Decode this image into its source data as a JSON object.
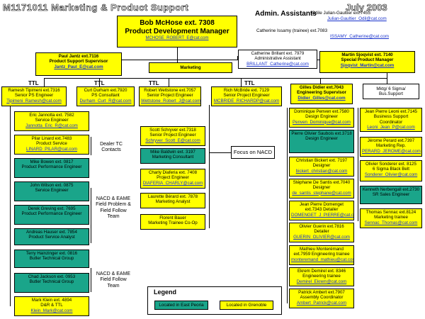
{
  "header": {
    "title": "M1171011 Marketing & Product Support",
    "date": "July 2003",
    "admin_label": "Admin. Assistants"
  },
  "admin": [
    {
      "text": "Odile Julian-Gaultier ext.7455",
      "email": "Julian-Gaultier_Odil@cat.com"
    },
    {
      "text": "Catherine Issamy (trainee) ext.7083",
      "email": "ISSAMY_Catherine@cat.com"
    }
  ],
  "top": {
    "line1": "Bob McHose ext. 7308",
    "line2": "Product Development Manager",
    "email": "MCHOSE_ROBERT_E@cat.com"
  },
  "brillant": {
    "line1": "Catherine Brillant ext. 7979",
    "line2": "Administrative Assistant",
    "email": "BRILLANT_Catherine@cat.com"
  },
  "jantz": {
    "line1": "Paul Jantz ext.7116",
    "line2": "Product Support Supervisor",
    "email": "Jantz_Paul_E@cat.com"
  },
  "marketing": {
    "label": "Marketing"
  },
  "sjoqvist": {
    "line1": "Martin Sjoqvist ext. 7140",
    "line2": "Special Product Manager",
    "email": "Sjoqvist_Martin@cat.com"
  },
  "ttl": [
    "TTL",
    "TTL",
    "TTL",
    "TTL"
  ],
  "row2": [
    {
      "line1": "Ramesh Tipimeni ext.7316",
      "line2": "Senior PS Engineer",
      "email": "Tipimeni_Ramesh@cat.com"
    },
    {
      "line1": "Curt Durham ext.7920",
      "line2": "PS Consultant",
      "email": "Durham_Curt_R@cat.com"
    },
    {
      "line1": "Robert Wettstone ext.7057",
      "line2": "Senior Project Engineer",
      "email": "Wettstone_Robert_J@cat.com"
    },
    {
      "line1": "Rich McBride ext. 7129",
      "line2": "Senior Project Engineer",
      "email": "MCBRIDE_RICHARDP@cat.com"
    },
    {
      "line1": "Gilles Didier ext.7043",
      "line2": "Engineering Supervisor",
      "email": "Didier_Gilles@cat.com"
    }
  ],
  "mktg_sigma": {
    "line1": "Mktg/ 6 Sigma/",
    "line2": "Bus.Support"
  },
  "left_col": [
    {
      "line1": "Eric Jannotta ext. 7582",
      "line2": "Service Engineer",
      "email": "Jannotta_Eric_R@cat.com"
    },
    {
      "line1": "Pilar Linard ext.7483",
      "line2": "Product Service",
      "email": "LINARD_PILAR@cat.com"
    },
    {
      "line1": "Mike Bowen ext. 0817",
      "line2": "Product Performance Engineer",
      "email": ""
    },
    {
      "line1": "John Wilson ext. 0875",
      "line2": "Service Engineer",
      "email": ""
    },
    {
      "line1": "Derek Greving ext. 7695",
      "line2": "Product Performance Engineer",
      "email": ""
    },
    {
      "line1": "Andreas Hauser ext. 7854",
      "line2": "Product Service Analyst",
      "email": ""
    },
    {
      "line1": "Terry Hainzinger ext. 0816",
      "line2": "Butler Technical Group",
      "email": ""
    },
    {
      "line1": "Chad Jackson ext. 0953",
      "line2": "Butler Technical Group",
      "email": ""
    },
    {
      "line1": "Mark Klein ext. 4894",
      "line2": "D&R & TTL",
      "email": "Klein_Mark@cat.com"
    }
  ],
  "labels": {
    "dealer": "Dealer TC Contacts",
    "eame1": "NACD & EAME Field Problem & Field Follow Team",
    "eame2": "NACD & EAME Field Follow Team",
    "focus": "Focus on NACD"
  },
  "mid_col": [
    {
      "line1": "Scott Schryver ext.7318",
      "line2": "Senior Project Engineer",
      "email": "Schryver_Scott_E@cat.com"
    },
    {
      "line1": "Mike Baldwin ext. 3197",
      "line2": "Marketing Consultant",
      "email": ""
    },
    {
      "line1": "Charly Diaferia ext. 7408",
      "line2": "Project Engineer",
      "email": "DIAFERIA_CHARLY@cat.com"
    },
    {
      "line1": "Laurette Bérard ext. 7878",
      "line2": "Marketing Analyst",
      "email": ""
    },
    {
      "line1": "Florent Bauer",
      "line2": "Marketing Trainee Co-Op",
      "email": ""
    }
  ],
  "right_col1": [
    {
      "line1": "Dominique Penven ext.7580",
      "line2": "Design Engineer",
      "email": "Penven_Dominique@cat.com"
    },
    {
      "line1": "Pierre Olivier Saubois ext.3718 Design Engineer",
      "line2": "",
      "email": ""
    },
    {
      "line1": "Christian Bickert ext. 7197",
      "line2": "Designer",
      "email": "bickert_christian@cat.com"
    },
    {
      "line1": "Stéphane De Santis ext.7040",
      "line2": "Designer",
      "email": "de_santis_stephane@cat.com"
    },
    {
      "line1": "Jean Pierre Domenget ext.7343 Detailer",
      "line2": "",
      "email": "DOMENGET_J_PIERRE@cat.com"
    },
    {
      "line1": "Olivier Guerin ext.7816",
      "line2": "Detailer",
      "email": "GUERIN_OLIVIER@cat.com"
    },
    {
      "line1": "Mathieu Monterémand ext.7959 Engineering trainee",
      "line2": "",
      "email": "monteremand_mathieu@cat.com"
    },
    {
      "line1": "Ekrem Demirel ext. 8346",
      "line2": "Engineering trainee",
      "email": "Demirel_Ekrem@cat.com"
    },
    {
      "line1": "Patrick Ambert ext.7907",
      "line2": "Assembly Coordinator",
      "email": "Ambert_Patrick@cat.com"
    }
  ],
  "right_col2": [
    {
      "line1": "Jean Pierre Leoni ext.7145",
      "line2": "Business Support Coordinator",
      "email": "Leoni_Jean_P@cat.com"
    },
    {
      "line1": "Jérome Perard ext.7397",
      "line2": "Marketing Rep.",
      "email": "PERARD_JEROME@cat.com"
    },
    {
      "line1": "Olivier Sonderer ext. 8125",
      "line2": "6 Sigma Black Belt",
      "email": "Sonderer_Olivier@cat.com"
    },
    {
      "line1": "Kenneth Nerbengall ext.2730",
      "line2": "SR Sales Engineer",
      "email": ""
    },
    {
      "line1": "Thomas Sennac ext.8124",
      "line2": "Marketing trainee",
      "email": "Sennac_Thomas@cat.com"
    }
  ],
  "legend": {
    "title": "Legend",
    "east_peoria": "Located in East Peoria",
    "grenoble": "Located in Grenoble"
  },
  "colors": {
    "yellow": "#ffff00",
    "green": "#1aa58a",
    "link": "#1a33cc"
  }
}
